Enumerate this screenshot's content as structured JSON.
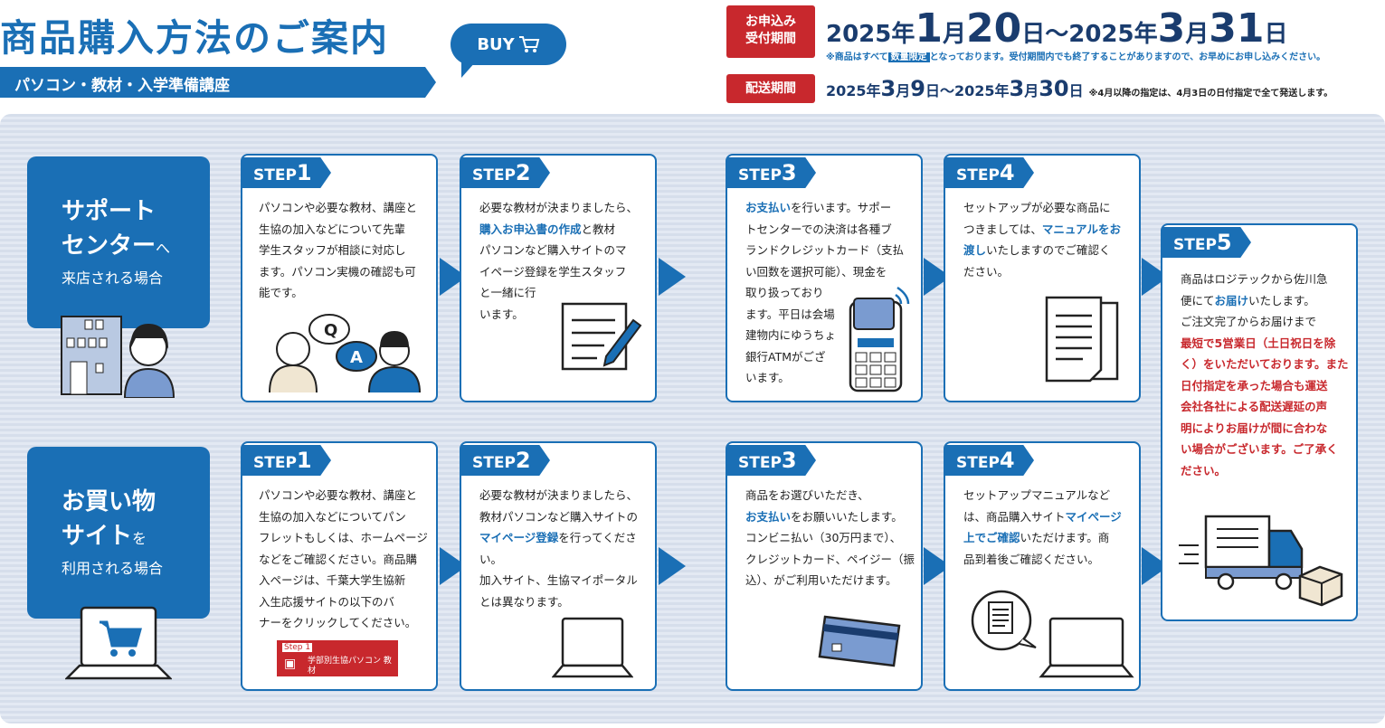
{
  "header": {
    "title": "商品購入方法のご案内",
    "subtitle": "パソコン・教材・入学準備講座",
    "buy_label": "BUY",
    "application_label_1": "お申込み",
    "application_label_2": "受付期間",
    "application_period": [
      "2025年",
      "1",
      "月",
      "20",
      "日～2025年",
      "3",
      "月",
      "31",
      "日"
    ],
    "application_note_pre": "※商品はすべて",
    "application_note_hl": "数量限定",
    "application_note_post": "となっております。受付期間内でも終了することがありますので、お早めにお申し込みください。",
    "delivery_label": "配送期間",
    "delivery_period": [
      "2025年",
      "3",
      "月",
      "9",
      "日～2025年",
      "3",
      "月",
      "30",
      "日"
    ],
    "delivery_note": "※4月以降の指定は、4月3日の日付指定で全て発送します。"
  },
  "rows": [
    {
      "side": {
        "line1": "サポート",
        "line2": "センター",
        "line2_small": "へ",
        "line3": "来店される場合"
      },
      "steps": [
        {
          "step": "STEP",
          "num": "1",
          "text": [
            "パソコンや必要な教材、講座と",
            "生協の加入などについて先輩",
            "学生スタッフが相談に対応し",
            "ます。パソコン実機の確認も可",
            "能です。"
          ]
        },
        {
          "step": "STEP",
          "num": "2",
          "text": [
            "必要な教材が決まりましたら、",
            "購入お申込書の作成と教材",
            "パソコンなど購入サイトのマ",
            "イページ登録を学生スタッフ",
            "と一緒に行",
            "います。"
          ]
        },
        {
          "step": "STEP",
          "num": "3",
          "text": [
            "お支払いを行います。サポー",
            "トセンターでの決済は各種ブ",
            "ランドクレジットカード（支払",
            "い回数を選択可能）、現金を",
            "取り扱っており",
            "ます。平日は会場",
            "建物内にゆうちょ",
            "銀行ATMがござ",
            "います。"
          ]
        },
        {
          "step": "STEP",
          "num": "4",
          "text": [
            "セットアップが必要な商品に",
            "つきましては、マニュアルをお",
            "渡しいたしますのでご確認く",
            "ださい。"
          ]
        }
      ]
    },
    {
      "side": {
        "line1": "お買い物",
        "line2": "サイト",
        "line2_small": "を",
        "line3": "利用される場合"
      },
      "steps": [
        {
          "step": "STEP",
          "num": "1",
          "text": [
            "パソコンや必要な教材、講座と",
            "生協の加入などについてパン",
            "フレットもしくは、ホームページ",
            "などをご確認ください。商品購",
            "入ページは、千葉大学生協新",
            "入生応援サイトの以下のバ",
            "ナーをクリックしてください。"
          ],
          "banner_tag": "Step 1",
          "banner": "学部別生協パソコン 教材"
        },
        {
          "step": "STEP",
          "num": "2",
          "text": [
            "必要な教材が決まりましたら、",
            "教材パソコンなど購入サイトの",
            "マイページ登録を行ってくださ",
            "い。",
            "加入サイト、生協マイポータル",
            "とは異なります。"
          ]
        },
        {
          "step": "STEP",
          "num": "3",
          "text": [
            "商品をお選びいただき、",
            "お支払いをお願いいたします。",
            "コンビニ払い（30万円まで）、",
            "クレジットカード、ペイジー（振",
            "込）、がご利用いただけます。"
          ]
        },
        {
          "step": "STEP",
          "num": "4",
          "text": [
            "セットアップマニュアルなど",
            "は、商品購入サイトマイページ",
            "上でご確認いただけます。商",
            "品到着後ご確認ください。"
          ]
        }
      ]
    }
  ],
  "step5": {
    "step": "STEP",
    "num": "5",
    "text": [
      "商品はロジテックから佐川急",
      "便にてお届けいたします。",
      "ご注文完了からお届けまで"
    ],
    "red_text": [
      "最短で5営業日（土日祝日を除",
      "く）をいただいております。また",
      "日付指定を承った場合も運送",
      "会社各社による配送遅延の声",
      "明によりお届けが間に合わな",
      "い場合がございます。ご了承く",
      "ださい。"
    ]
  },
  "colors": {
    "brand_blue": "#1a6fb5",
    "accent_red": "#c8282d"
  }
}
